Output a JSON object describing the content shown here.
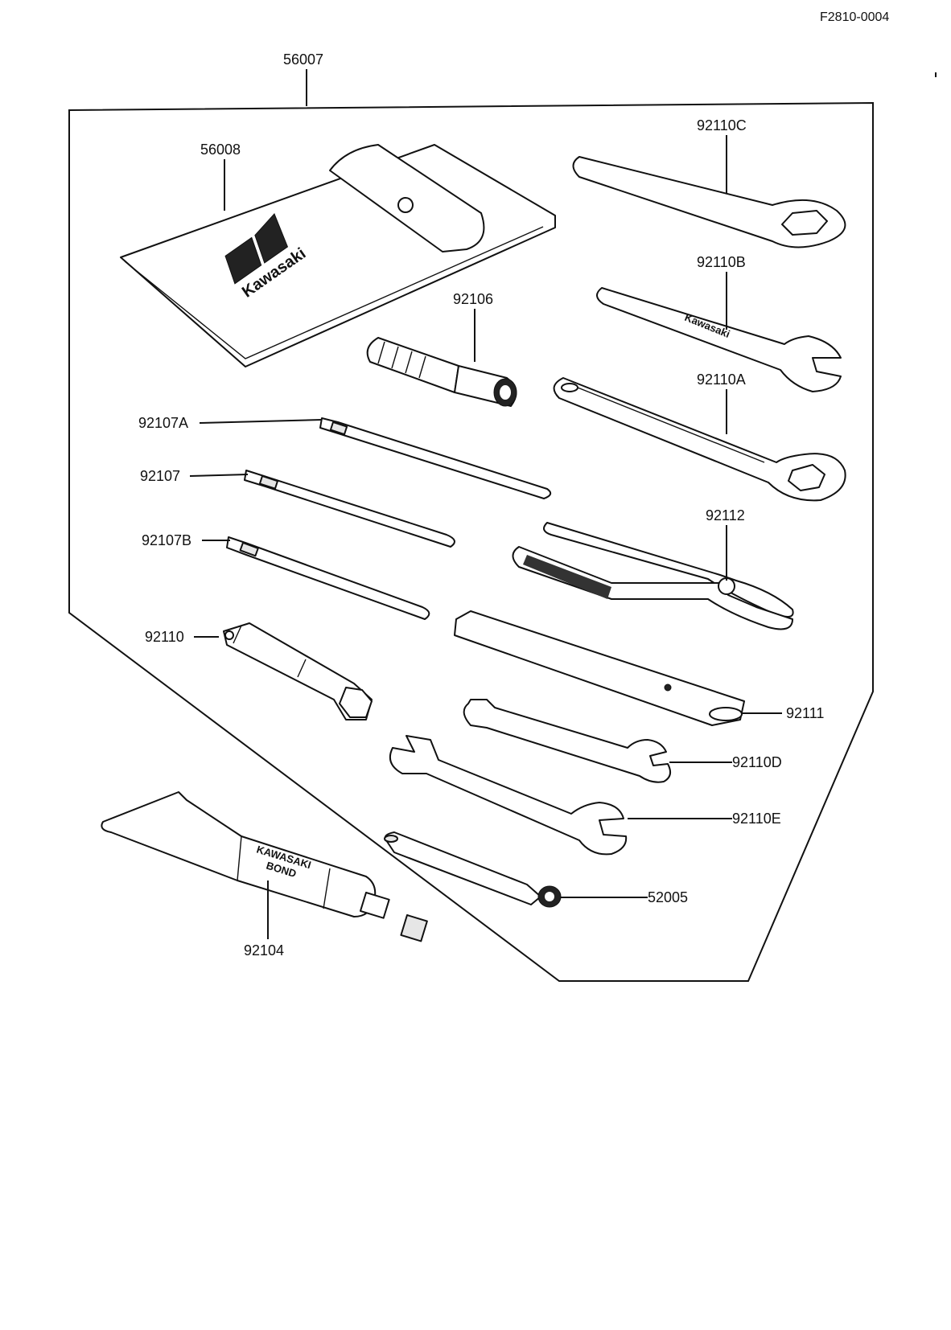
{
  "drawing_code": "F2810-0004",
  "parts": {
    "kit": "56007",
    "pouch": "56008",
    "wrench_92110c": "92110C",
    "wrench_92110b": "92110B",
    "handle_92106": "92106",
    "wrench_92110a": "92110A",
    "screwdriver_92107a": "92107A",
    "screwdriver_92107": "92107",
    "pliers_92112": "92112",
    "screwdriver_92107b": "92107B",
    "plug_wrench_92110": "92110",
    "bar_92111": "92111",
    "wrench_92110d": "92110D",
    "wrench_92110e": "92110E",
    "tool_52005": "52005",
    "tube_92104": "92104"
  },
  "pouch_logo": "Kawasaki",
  "tube_text": [
    "KAWASAKI",
    "BOND"
  ],
  "wrench_logo": "Kawasaki",
  "colors": {
    "ink": "#111111",
    "paper": "#ffffff",
    "shade": "#e6e6e6"
  }
}
